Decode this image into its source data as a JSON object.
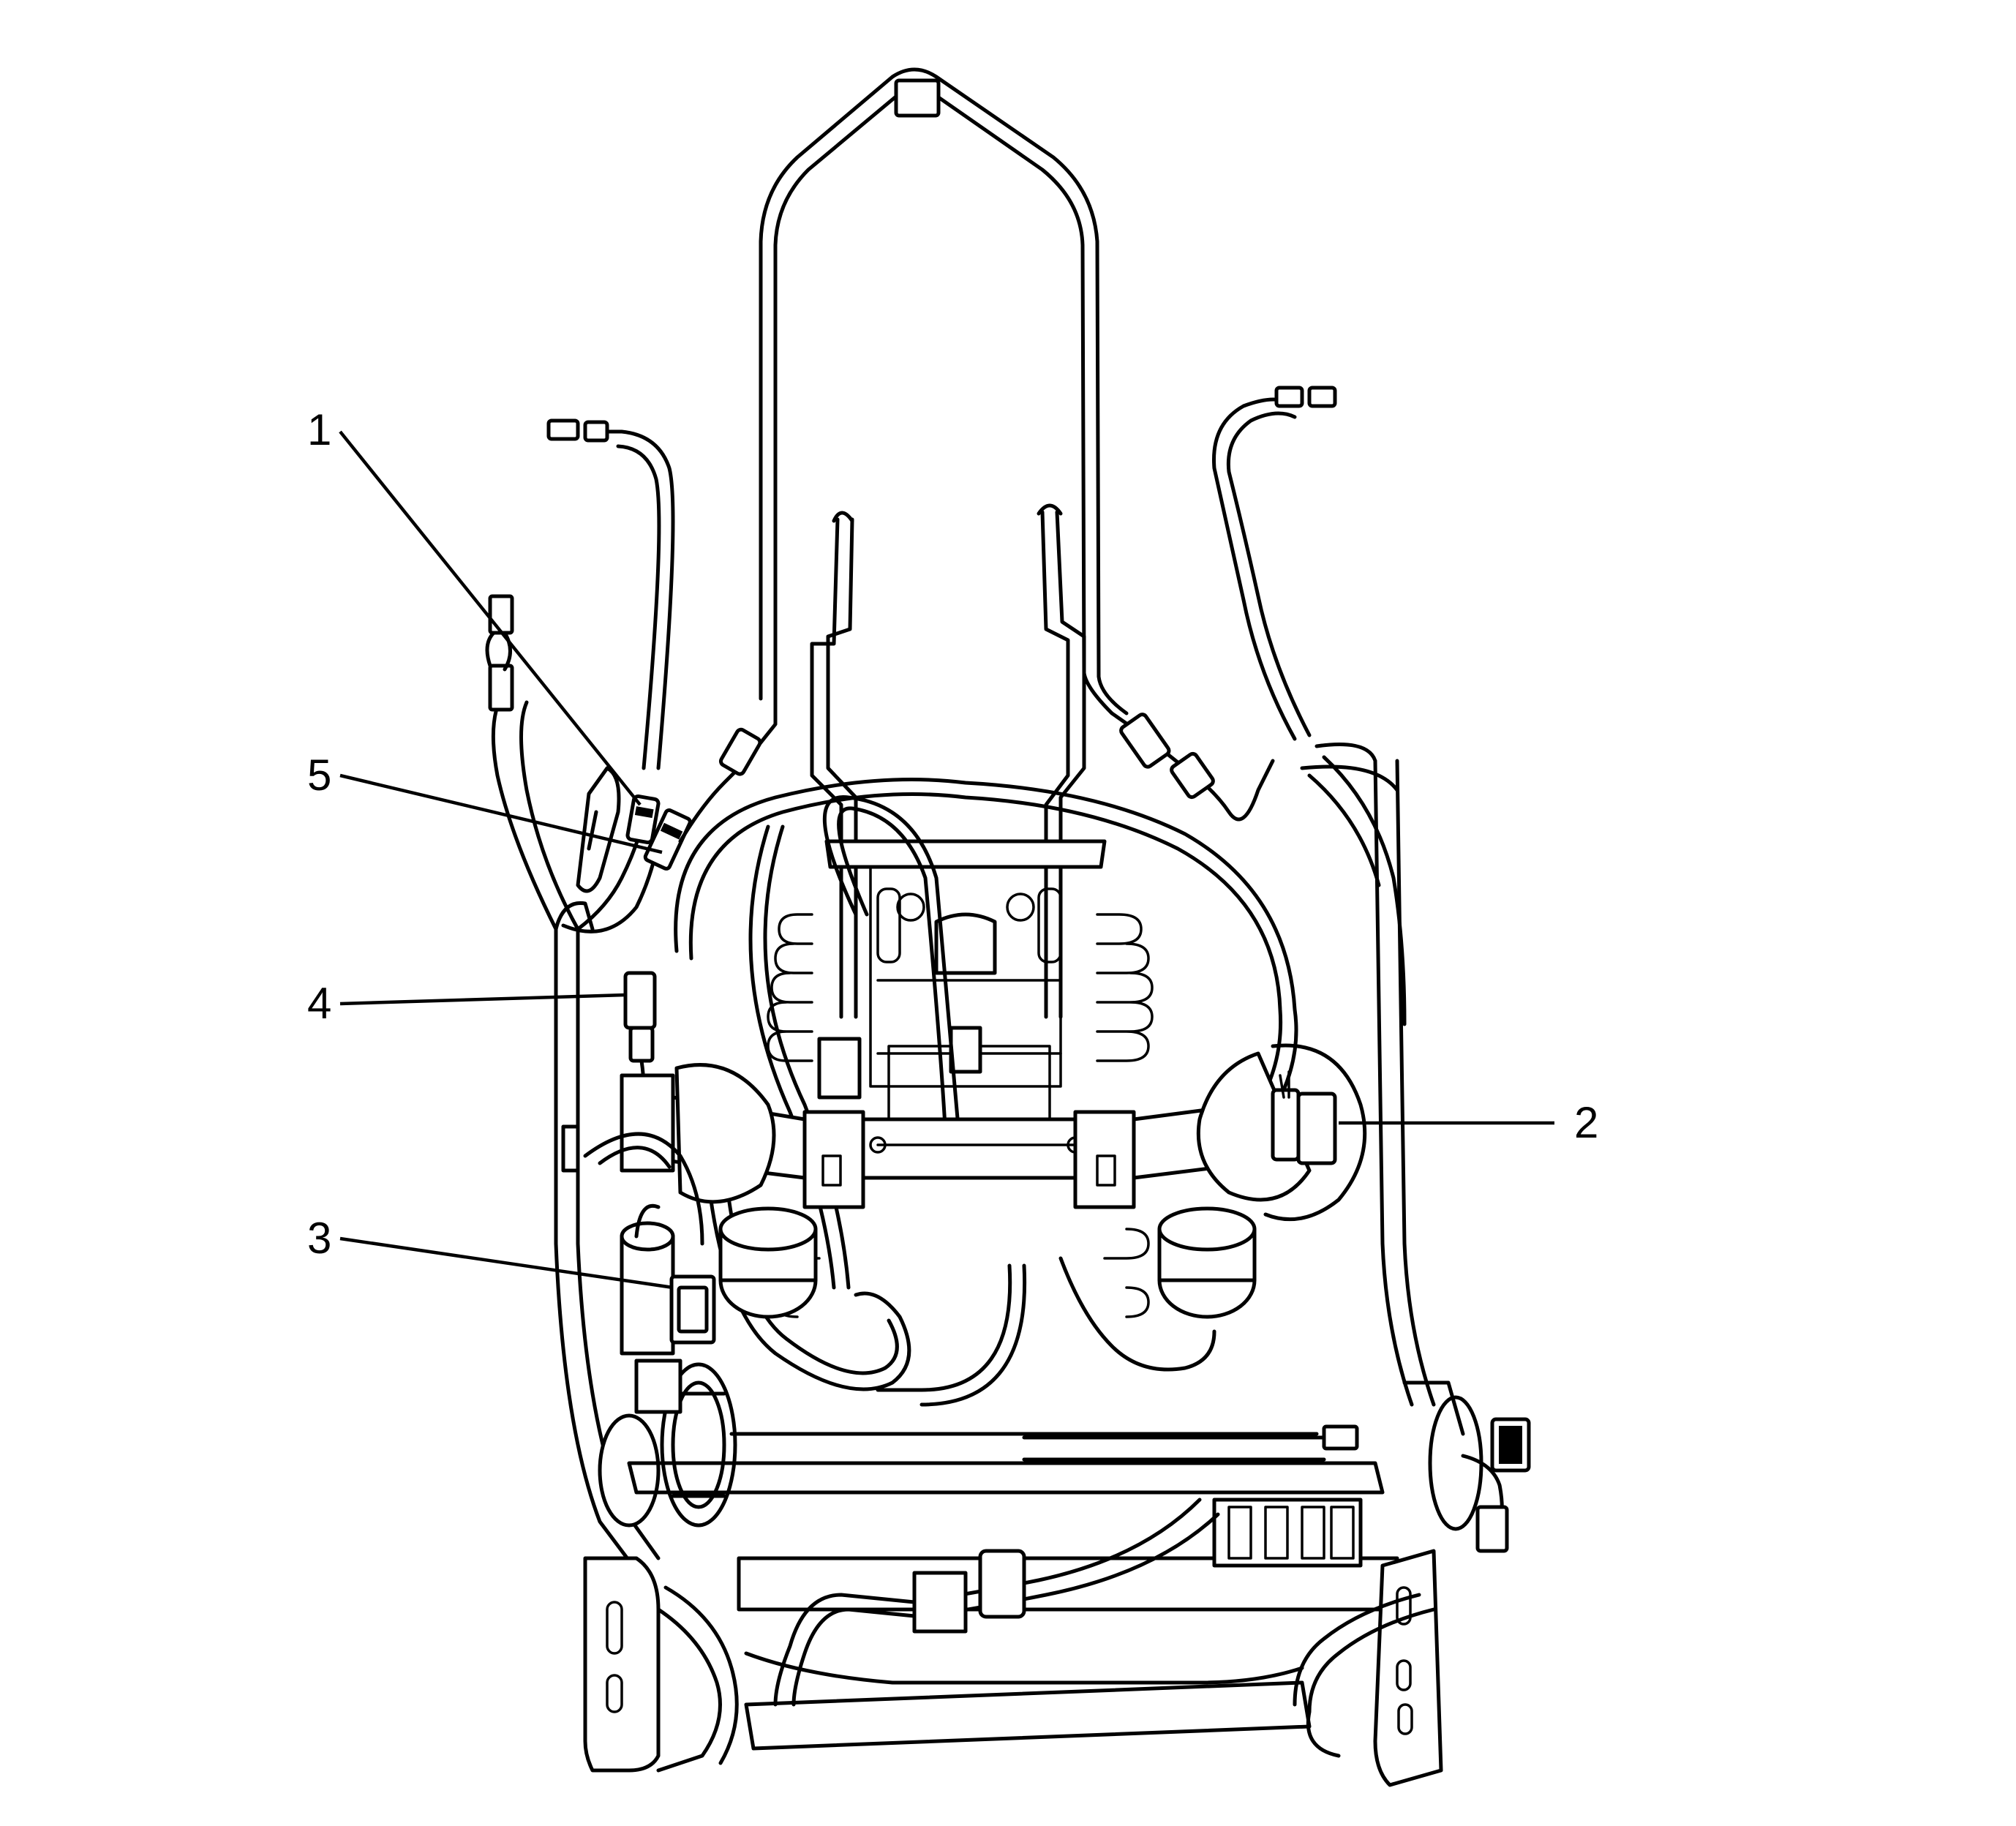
{
  "diagram": {
    "subject": "seat-frame-wiring",
    "line_color": "#000000",
    "background_color": "#ffffff"
  },
  "callouts": [
    {
      "id": "1",
      "label": "1"
    },
    {
      "id": "2",
      "label": "2"
    },
    {
      "id": "3",
      "label": "3"
    },
    {
      "id": "4",
      "label": "4"
    },
    {
      "id": "5",
      "label": "5"
    }
  ]
}
